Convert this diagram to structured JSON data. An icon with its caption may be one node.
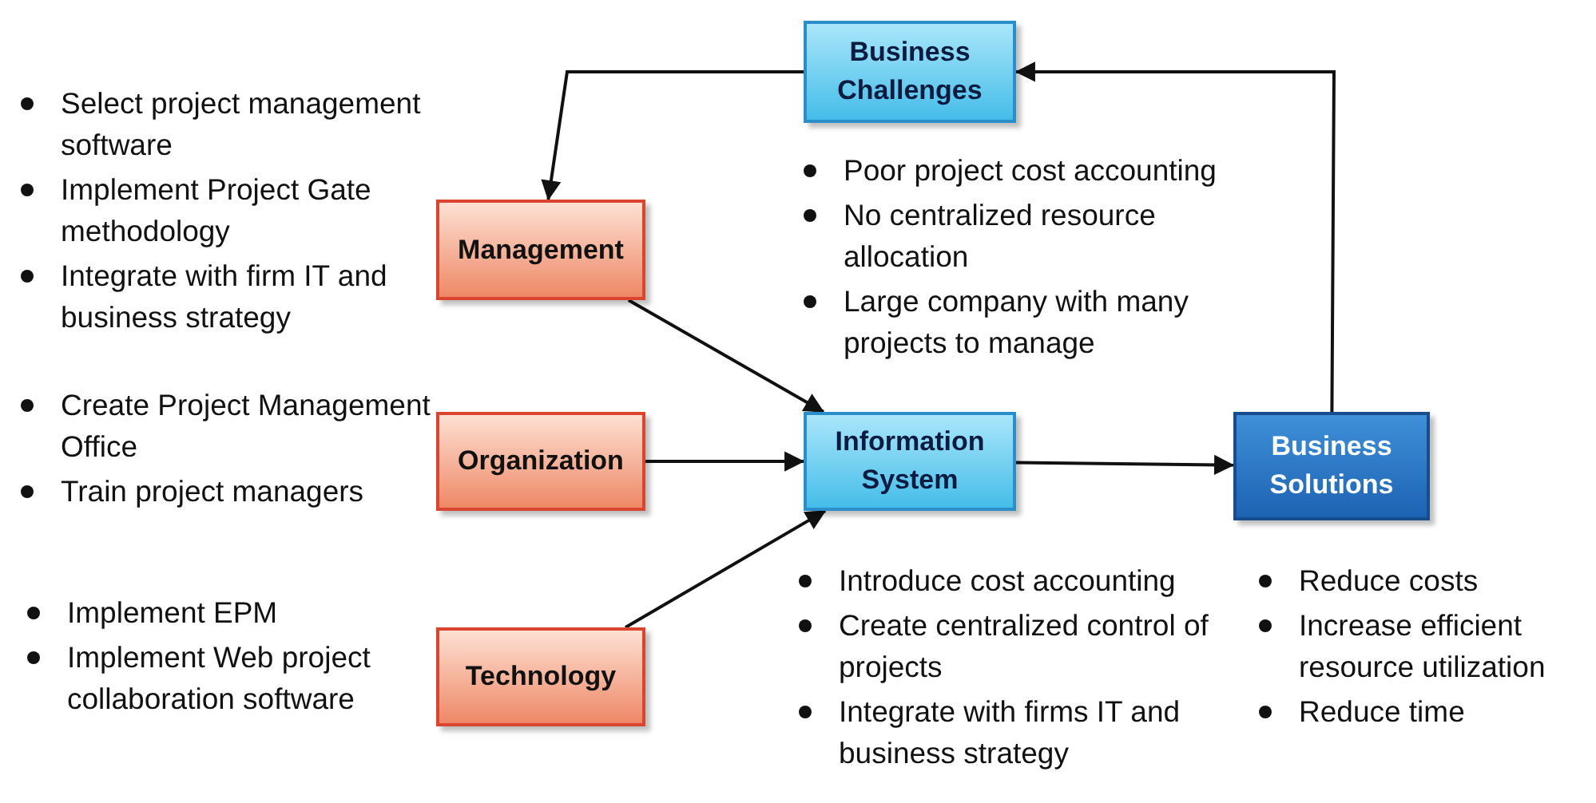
{
  "diagram": {
    "nodes": [
      {
        "text": [
          "Business Challenges"
        ],
        "beside": [
          "Poor project cost accounting",
          "No centralized resource allocation",
          "Large company with many projects to manage"
        ]
      },
      {
        "text": [
          "Management"
        ],
        "beside": [
          "Select project management software",
          "Implement Project Gate methodology",
          "Integrate with firm IT and business strategy"
        ]
      },
      {
        "text": [
          "Organization"
        ],
        "beside": [
          "Create Project Management Office",
          "Train project managers"
        ]
      },
      {
        "text": [
          "Information System"
        ],
        "beside": [
          "Introduce cost accounting",
          "Create centralized control of projects",
          "Integrate with firms IT and business strategy"
        ]
      },
      {
        "text": [
          "Technology"
        ],
        "beside": [
          "Implement EPM",
          "Implement Web project collaboration software"
        ]
      },
      {
        "text": [
          "Business Solutions"
        ],
        "beside": [
          "Reduce costs",
          "Increase efficient resource utilization",
          "Reduce time"
        ]
      }
    ],
    "edges": [
      {
        "from": 0,
        "to": 1,
        "arrow": "to"
      },
      {
        "from": 1,
        "to": 3,
        "arrow": "to"
      },
      {
        "from": 2,
        "to": 3,
        "arrow": "to"
      },
      {
        "from": 4,
        "to": 3,
        "arrow": "to"
      },
      {
        "from": 3,
        "to": 5,
        "arrow": "to"
      },
      {
        "from": 5,
        "to": 0,
        "arrow": "to"
      }
    ]
  }
}
